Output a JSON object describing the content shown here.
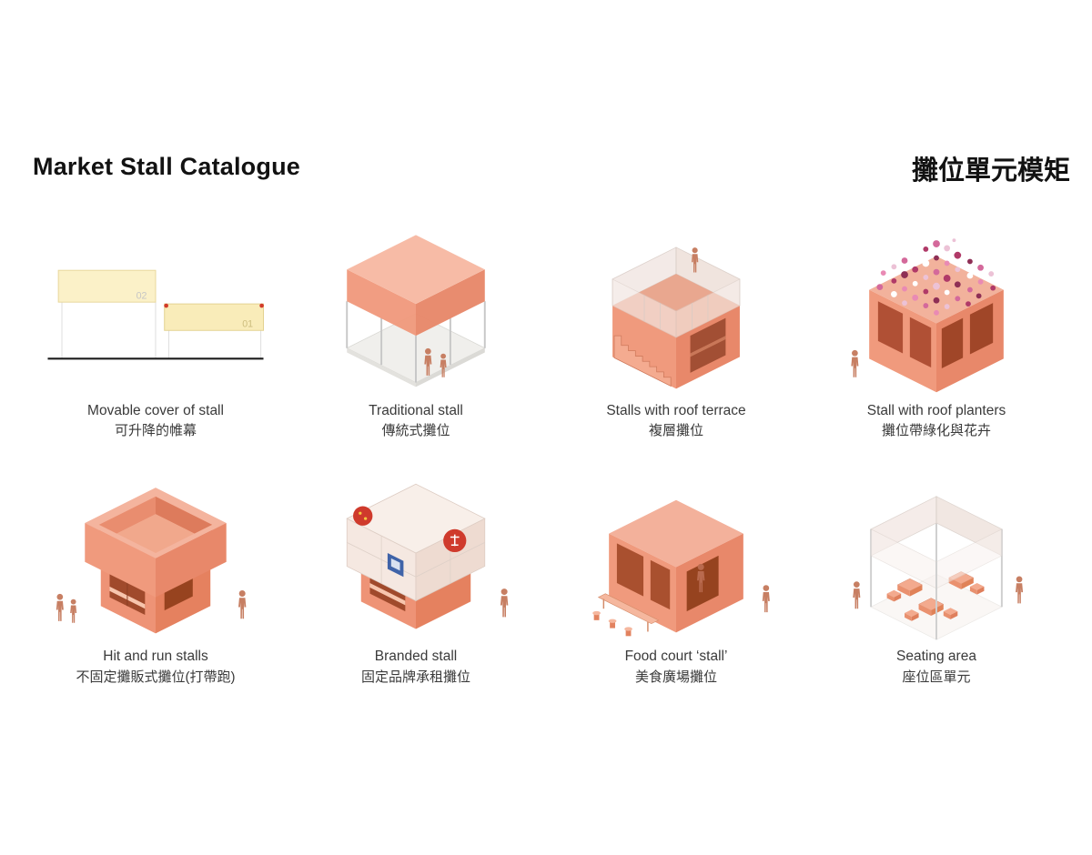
{
  "page": {
    "background": "#ffffff"
  },
  "header": {
    "title_en": "Market Stall Catalogue",
    "title_zh": "攤位單元模矩"
  },
  "palette": {
    "salmon_light": "#f4b49e",
    "salmon": "#f09a7d",
    "salmon_dark": "#e8886a",
    "opening_dark": "#a9502f",
    "awning_yellow": "#fbf1c8",
    "accent_red": "#d23b2a",
    "brand_red": "#cf3a2c",
    "brand_blue": "#3f63a8",
    "person": "#c77f63",
    "translucent_panel": "#f8f1ee"
  },
  "figure_annotations": {
    "movable_cover": {
      "raised_label": "02",
      "lowered_label": "01"
    }
  },
  "stalls": [
    {
      "label_en": "Movable cover of stall",
      "label_zh": "可升降的帷幕"
    },
    {
      "label_en": "Traditional stall",
      "label_zh": "傳統式攤位"
    },
    {
      "label_en": "Stalls with roof terrace",
      "label_zh": "複層攤位"
    },
    {
      "label_en": "Stall with roof planters",
      "label_zh": "攤位帶綠化與花卉"
    },
    {
      "label_en": "Hit and run stalls",
      "label_zh": "不固定攤販式攤位(打帶跑)"
    },
    {
      "label_en": "Branded stall",
      "label_zh": "固定品牌承租攤位"
    },
    {
      "label_en": "Food court ‘stall’",
      "label_zh": "美食廣場攤位"
    },
    {
      "label_en": "Seating area",
      "label_zh": "座位區單元"
    }
  ]
}
